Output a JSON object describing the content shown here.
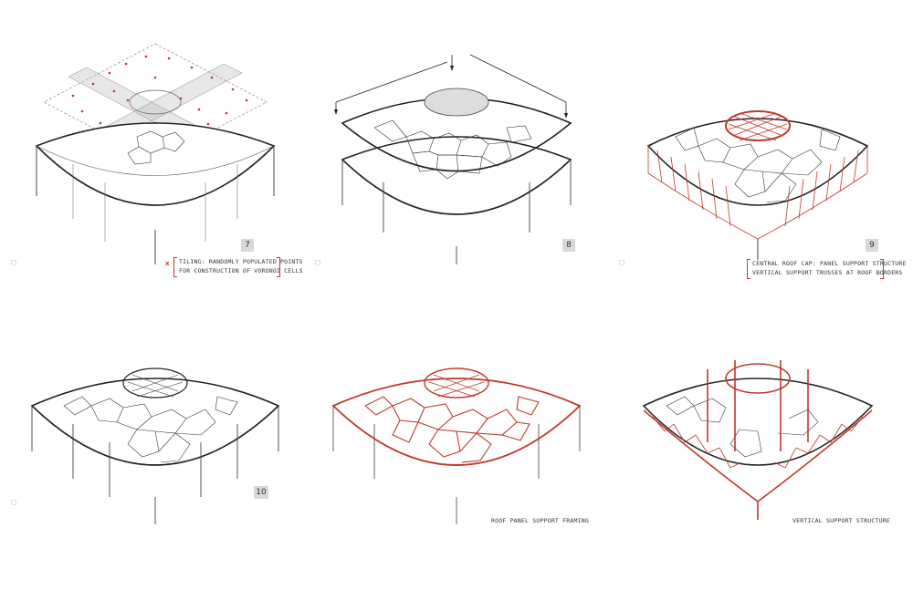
{
  "colors": {
    "ink": "#1a1a1a",
    "accent": "#c0392b",
    "grey": "#9a9a9a",
    "badge": "#d9d9d9"
  },
  "panels": [
    {
      "id": "p7",
      "number": "7",
      "caption_lines": [
        "TILING: RANDOMLY POPULATED POINTS",
        "FOR CONSTRUCTION OF VORONOI CELLS"
      ],
      "caption_marker": "x"
    },
    {
      "id": "p8",
      "number": "8",
      "caption_lines": []
    },
    {
      "id": "p9",
      "number": "9",
      "caption_lines": [
        "CENTRAL ROOF CAP: PANEL SUPPORT STRUCTURE",
        "VERTICAL SUPPORT TRUSSES AT ROOF BORDERS"
      ]
    },
    {
      "id": "p10",
      "number": "10",
      "caption_lines": []
    },
    {
      "id": "p11",
      "number": "",
      "caption_lines": [
        "ROOF PANEL SUPPORT FRAMING"
      ]
    },
    {
      "id": "p12",
      "number": "",
      "caption_lines": [
        "VERTICAL SUPPORT STRUCTURE"
      ]
    }
  ]
}
